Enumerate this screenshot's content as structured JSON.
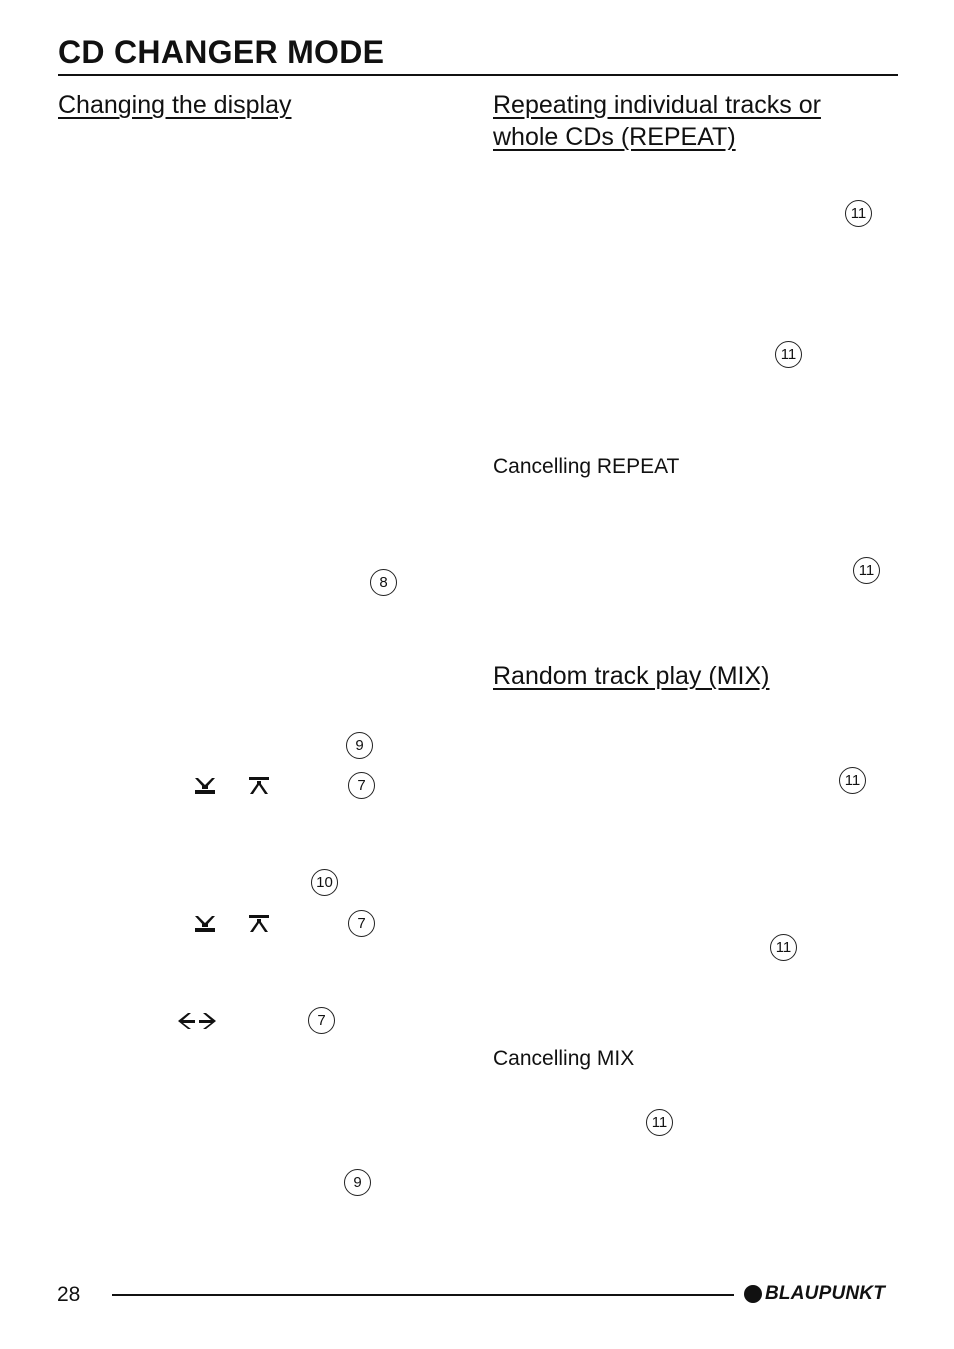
{
  "header": {
    "title": "CD CHANGER MODE"
  },
  "left_column": {
    "heading": "Changing the display"
  },
  "right_column": {
    "repeat_heading_line1": "Repeating individual tracks or",
    "repeat_heading_line2": "whole CDs (REPEAT)",
    "cancel_repeat": "Cancelling REPEAT",
    "mix_heading": "Random track play (MIX)",
    "cancel_mix": "Cancelling MIX"
  },
  "callouts": {
    "c8": "8",
    "c9a": "9",
    "c7a": "7",
    "c10": "10",
    "c7b": "7",
    "c7c": "7",
    "c9b": "9",
    "c11a": "11",
    "c11b": "11",
    "c11c": "11",
    "c11d": "11",
    "c11e": "11",
    "c11f": "11"
  },
  "icons": {
    "down_arrow": "arrow-down-icon",
    "up_arrow": "arrow-up-icon",
    "left_right": "arrow-left-right-icon"
  },
  "footer": {
    "page_number": "28",
    "brand": "BLAUPUNKT"
  }
}
